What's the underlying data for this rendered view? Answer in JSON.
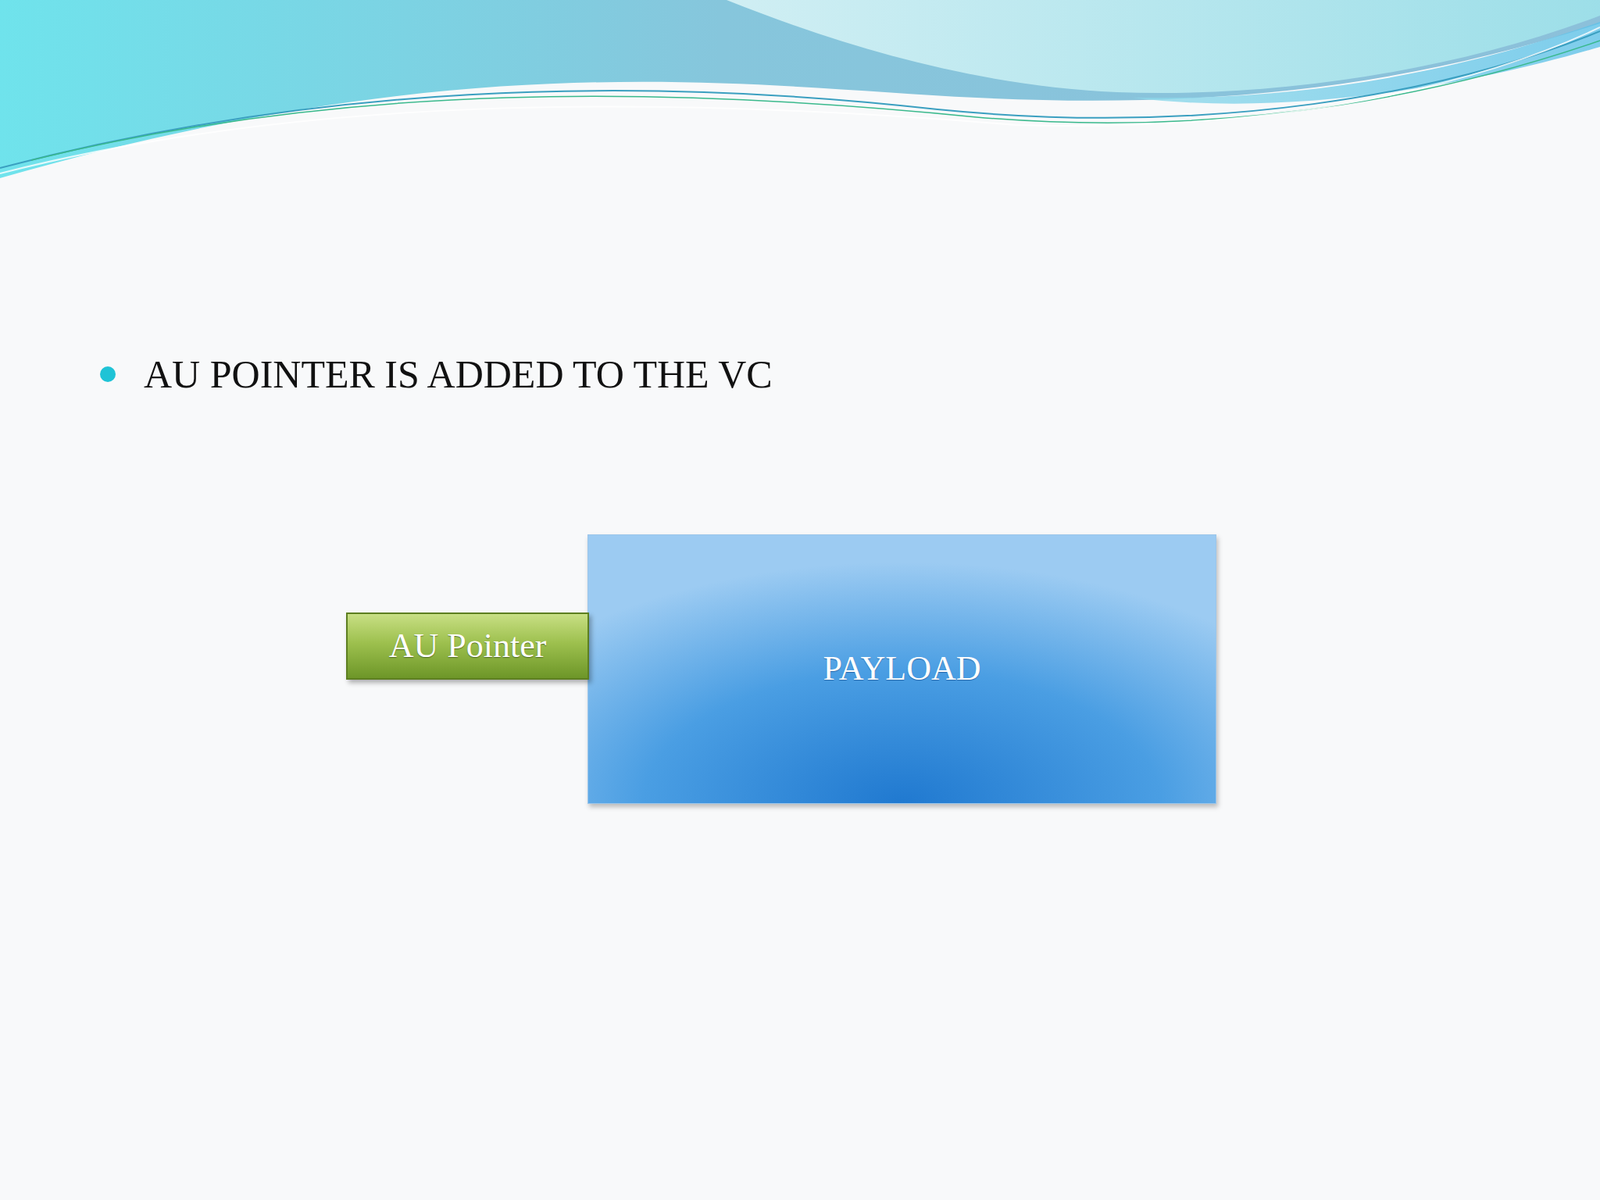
{
  "diagram": {
    "nodes": [
      {
        "text": [
          "AU Pointer"
        ]
      },
      {
        "text": [
          "PAYLOAD"
        ]
      }
    ],
    "labels": [
      "AU POINTER IS ADDED TO THE VC"
    ]
  }
}
